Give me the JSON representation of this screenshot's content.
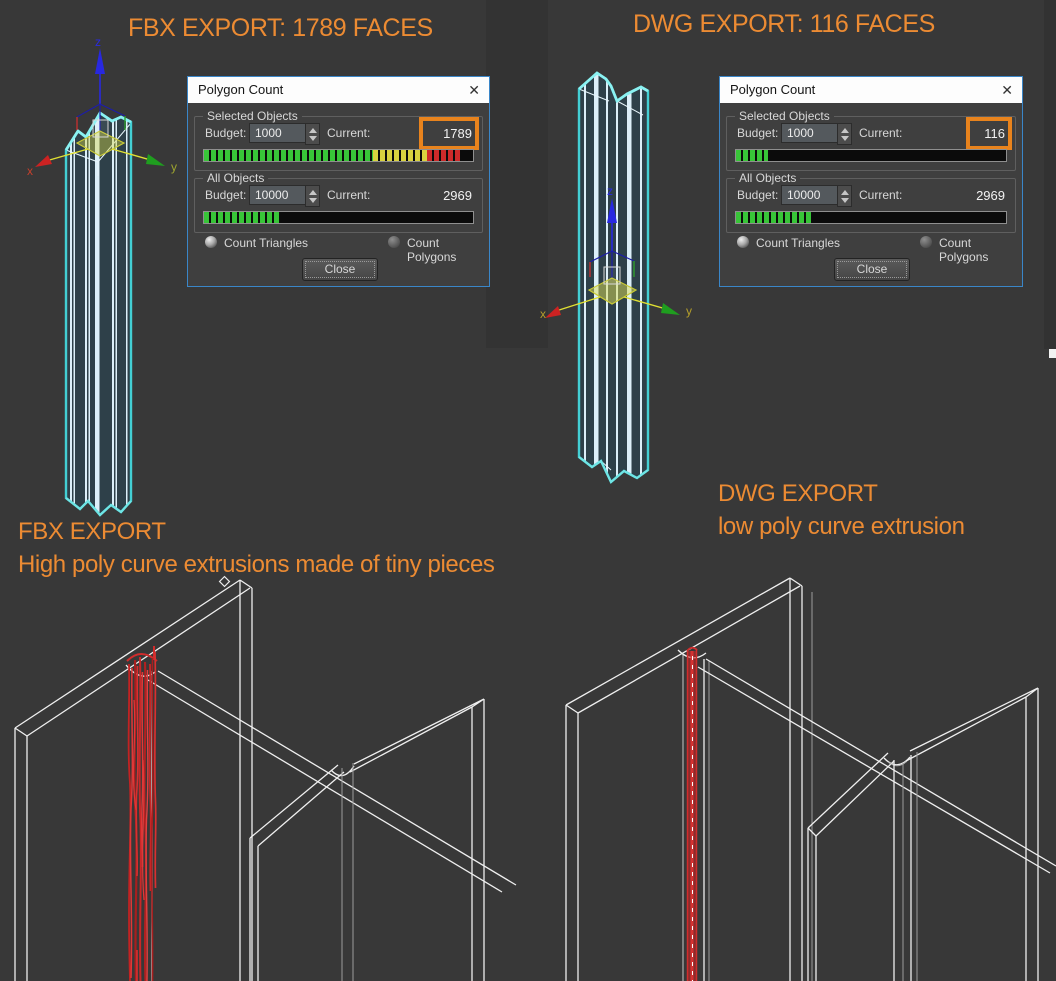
{
  "headers": {
    "left": "FBX EXPORT: 1789 FACES",
    "right": "DWG EXPORT: 116 FACES"
  },
  "captions": {
    "left_title": "FBX EXPORT",
    "left_sub": "High poly curve extrusions made of tiny pieces",
    "right_title": "DWG EXPORT",
    "right_sub": "low poly curve extrusion"
  },
  "dialogs": [
    {
      "title": "Polygon Count",
      "close_glyph": "✕",
      "selected": {
        "group": "Selected Objects",
        "budget_label": "Budget:",
        "budget": "1000",
        "current_label": "Current:",
        "current": "1789",
        "highlighted": true,
        "bar": {
          "green": 63,
          "yellow": 20,
          "red": 13
        }
      },
      "all": {
        "group": "All Objects",
        "budget_label": "Budget:",
        "budget": "10000",
        "current_label": "Current:",
        "current": "2969",
        "bar": {
          "green": 28,
          "yellow": 0,
          "red": 0
        }
      },
      "radio_triangles": "Count Triangles",
      "radio_polygons": "Count Polygons",
      "close_button": "Close"
    },
    {
      "title": "Polygon Count",
      "close_glyph": "✕",
      "selected": {
        "group": "Selected Objects",
        "budget_label": "Budget:",
        "budget": "1000",
        "current_label": "Current:",
        "current": "116",
        "highlighted": true,
        "bar": {
          "green": 12,
          "yellow": 0,
          "red": 0
        }
      },
      "all": {
        "group": "All Objects",
        "budget_label": "Budget:",
        "budget": "10000",
        "current_label": "Current:",
        "current": "2969",
        "bar": {
          "green": 28,
          "yellow": 0,
          "red": 0
        }
      },
      "radio_triangles": "Count Triangles",
      "radio_polygons": "Count Polygons",
      "close_button": "Close"
    }
  ],
  "gizmo": {
    "x": "x",
    "y": "y",
    "z": "z"
  },
  "colors": {
    "accent_orange": "#EC8B33",
    "annotation_box_orange": "#E8831D",
    "selection_cyan": "#43CFD4",
    "subobject_red": "#D42A2A",
    "dialog_border_blue": "#3A86C8",
    "background": "#383838"
  }
}
